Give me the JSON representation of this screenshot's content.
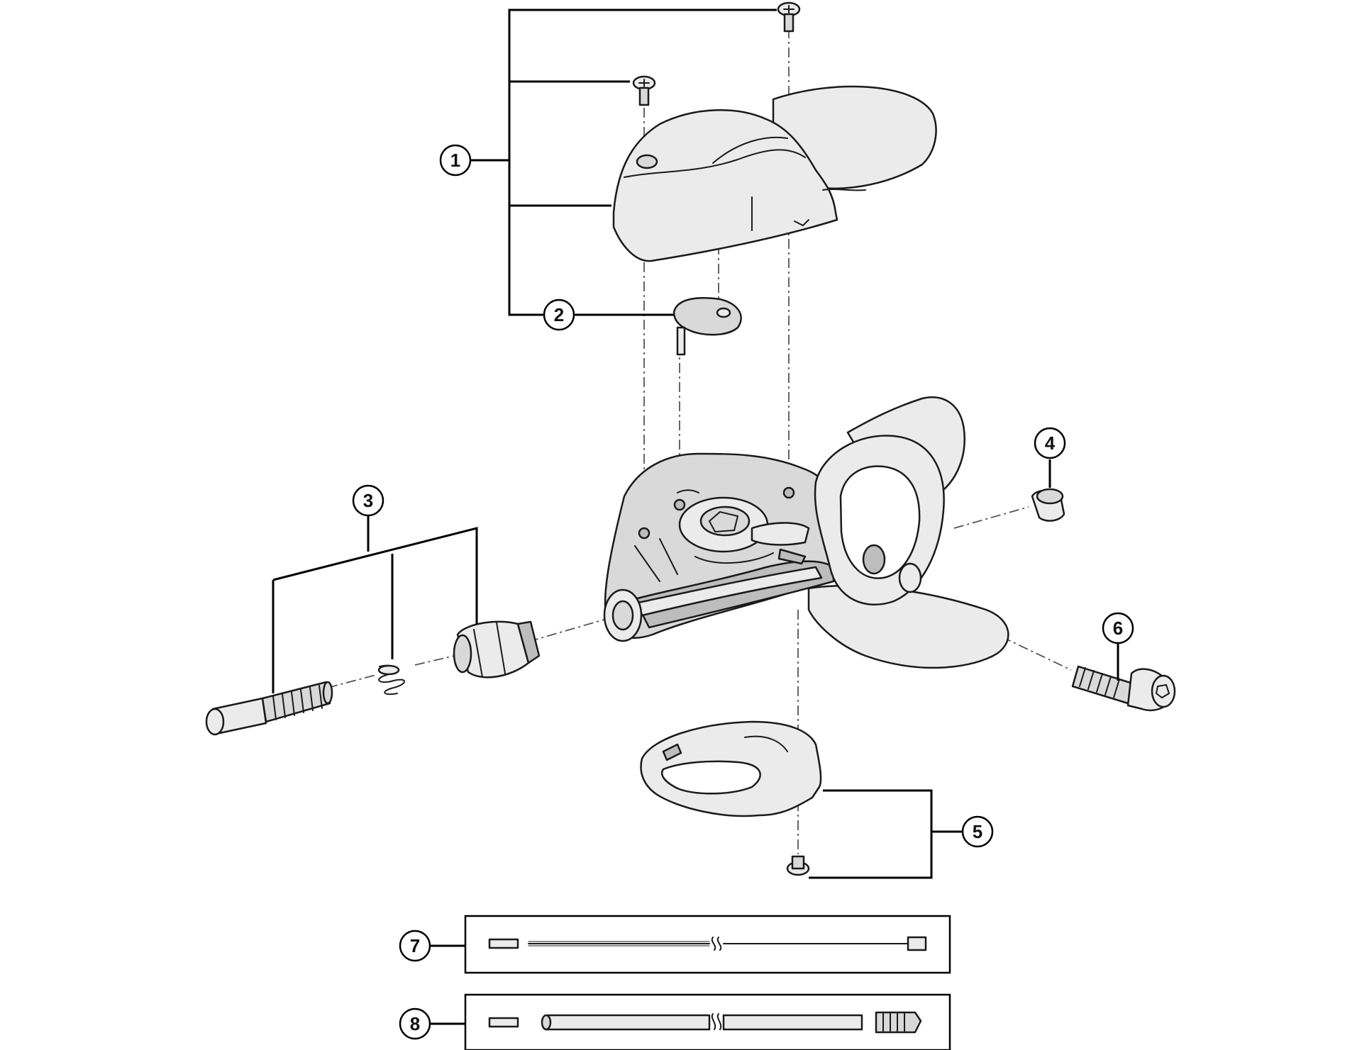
{
  "callouts": [
    {
      "id": "1",
      "label": "1"
    },
    {
      "id": "2",
      "label": "2"
    },
    {
      "id": "3",
      "label": "3"
    },
    {
      "id": "4",
      "label": "4"
    },
    {
      "id": "5",
      "label": "5"
    },
    {
      "id": "6",
      "label": "6"
    },
    {
      "id": "7",
      "label": "7"
    },
    {
      "id": "8",
      "label": "8"
    }
  ],
  "colors": {
    "line": "#000000",
    "part_fill": "#d9d9d9",
    "background": "#ffffff"
  },
  "parts": [
    {
      "callout": "1",
      "name": "top-cover-with-screws"
    },
    {
      "callout": "2",
      "name": "gear-indicator-window"
    },
    {
      "callout": "3",
      "name": "cable-adjusting-barrel-set"
    },
    {
      "callout": "4",
      "name": "cable-end-cap"
    },
    {
      "callout": "5",
      "name": "bottom-cover-with-screw"
    },
    {
      "callout": "6",
      "name": "clamp-bolt"
    },
    {
      "callout": "7",
      "name": "inner-cable"
    },
    {
      "callout": "8",
      "name": "outer-casing"
    }
  ]
}
